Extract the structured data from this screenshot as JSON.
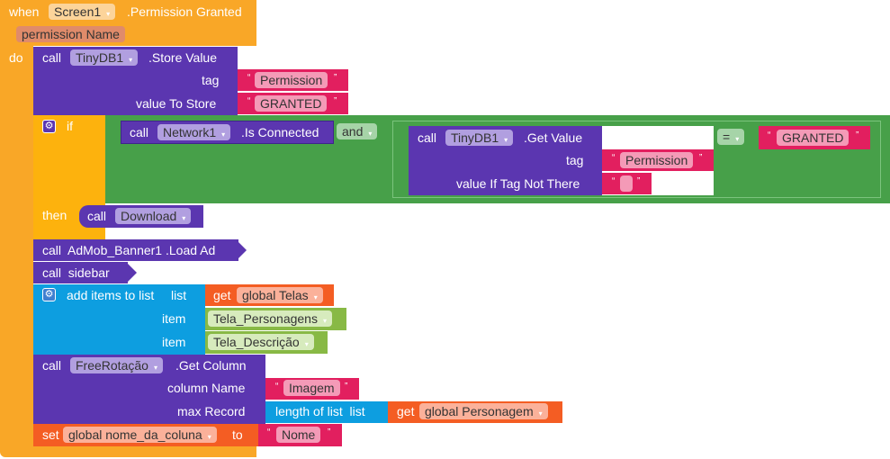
{
  "event": {
    "when_label": "when",
    "component": "Screen1",
    "event_name": ".Permission Granted",
    "param": "permission Name",
    "do_label": "do"
  },
  "store_value": {
    "call_label": "call",
    "component": "TinyDB1",
    "method": ".Store Value",
    "tag_label": "tag",
    "tag_value": "Permission",
    "value_label": "value To Store",
    "value_value": "GRANTED"
  },
  "if_block": {
    "if_label": "if",
    "then_label": "then",
    "network_call": "call",
    "network_component": "Network1",
    "network_method": ".Is Connected",
    "and_op": "and",
    "get_call": "call",
    "get_component": "TinyDB1",
    "get_method": ".Get Value",
    "get_tag_label": "tag",
    "get_tag_value": "Permission",
    "get_default_label": "value If Tag Not There",
    "get_default_value": "",
    "eq_op": "=",
    "compare_value": "GRANTED",
    "download_call": "call",
    "download_proc": "Download"
  },
  "admob": {
    "label": "call  AdMob_Banner1 .Load Ad"
  },
  "sidebar": {
    "label": "call  sidebar"
  },
  "add_items": {
    "label": "add items to list",
    "list_label": "list",
    "get_label": "get",
    "list_var": "global Telas",
    "item_label": "item",
    "item1": "Tela_Personagens",
    "item2": "Tela_Descrição"
  },
  "get_column": {
    "call_label": "call",
    "component": "FreeRotação",
    "method": ".Get Column",
    "column_label": "column Name",
    "column_value": "Imagem",
    "max_label": "max Record",
    "length_label": "length of list  list",
    "get_label": "get",
    "var": "global Personagem"
  },
  "set_block": {
    "set_label": "set",
    "var": "global nome_da_coluna",
    "to_label": "to",
    "value": "Nome"
  },
  "quote_open": "“",
  "quote_close": "”",
  "dropdown_arrow": "▾",
  "gear_glyph": "⚙"
}
